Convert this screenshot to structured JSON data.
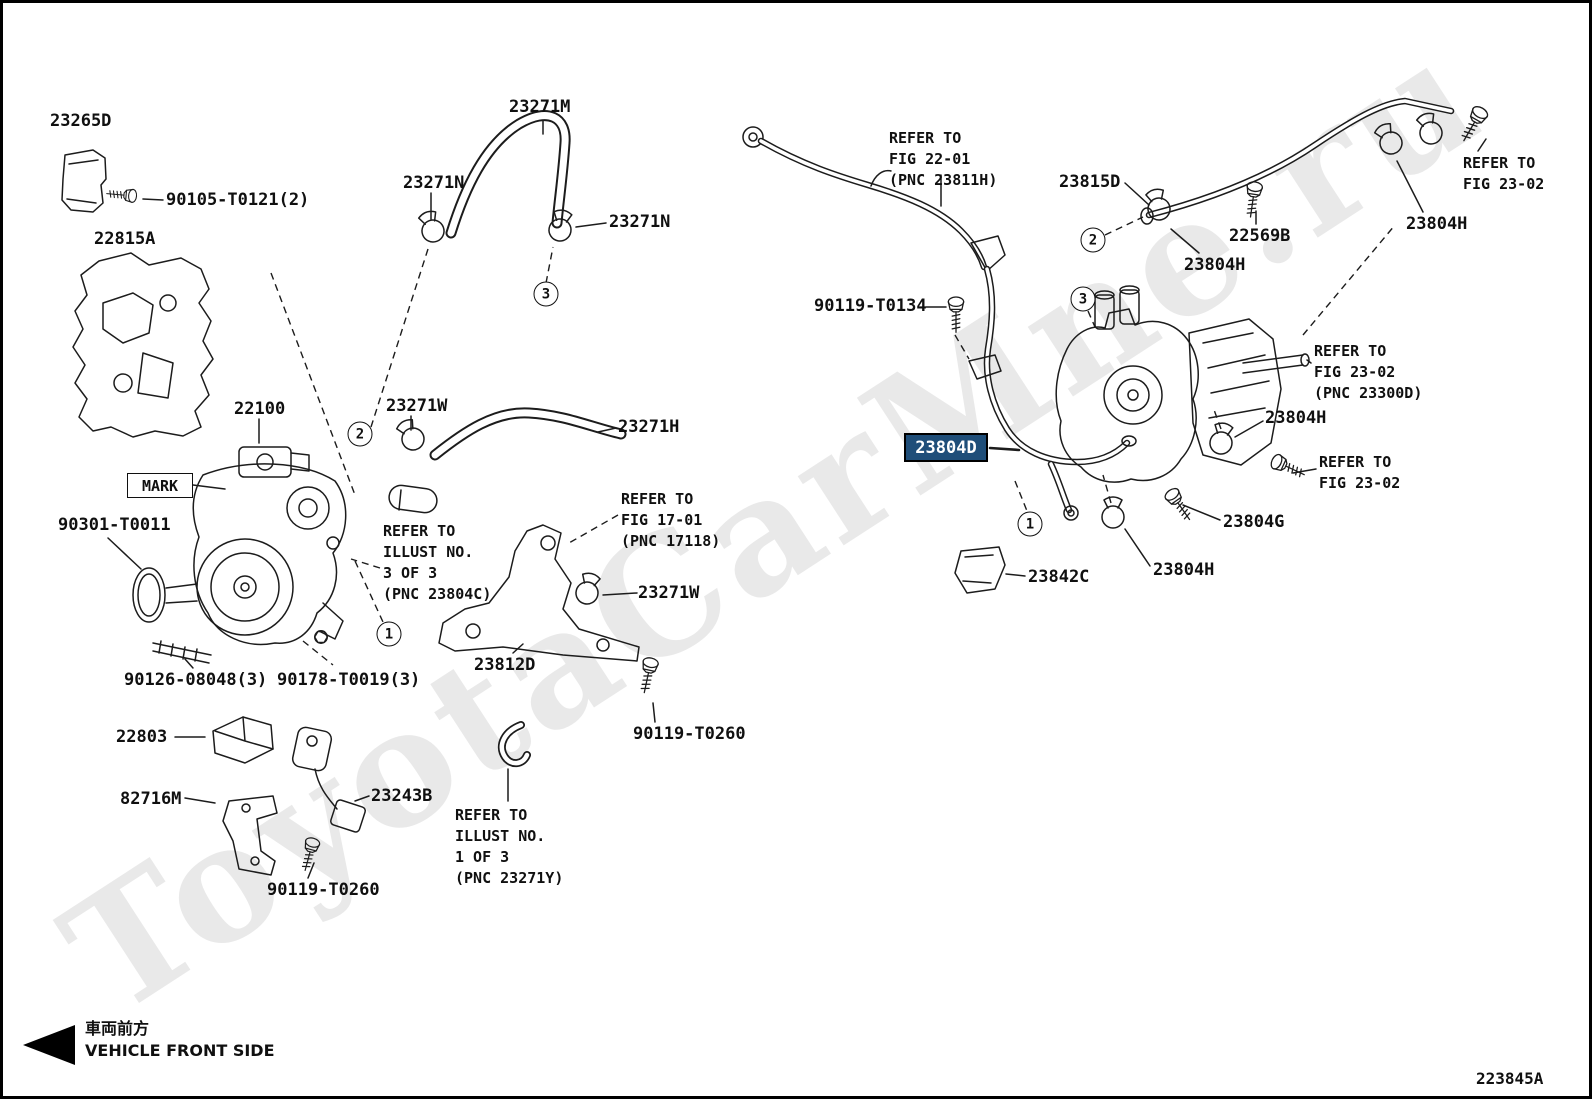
{
  "diagram": {
    "code": "223845A",
    "watermark": "ToyotaCarMne.ru",
    "highlight_color": "#1f4e79",
    "front_label_jp": "車両前方",
    "front_label_en": "VEHICLE FRONT SIDE"
  },
  "parts": {
    "p23265D": "23265D",
    "p90105": "90105-T0121(2)",
    "p22815A": "22815A",
    "p23271M": "23271M",
    "p23271N_a": "23271N",
    "p23271N_b": "23271N",
    "p22100": "22100",
    "p23271W_a": "23271W",
    "p23271H": "23271H",
    "mark_label": "MARK",
    "p90301": "90301-T0011",
    "refer_illust3": "REFER TO\nILLUST NO.\n3 OF 3\n(PNC 23804C)",
    "refer_fig1701": "REFER TO\nFIG 17-01\n(PNC 17118)",
    "p23271W_b": "23271W",
    "p23812D": "23812D",
    "p90126": "90126-08048(3)",
    "p90178": "90178-T0019(3)",
    "p22803": "22803",
    "p82716M": "82716M",
    "p23243B": "23243B",
    "p90119_a": "90119-T0260",
    "refer_illust1": "REFER TO\nILLUST NO.\n1 OF 3\n(PNC 23271Y)",
    "p90119_b": "90119-T0260",
    "refer_fig2201": "REFER TO\nFIG 22-01\n(PNC 23811H)",
    "p23815D": "23815D",
    "p22569B": "22569B",
    "p23804H_a": "23804H",
    "p23804H_b": "23804H",
    "refer_fig2302_a": "REFER TO\nFIG 23-02",
    "p90119T0134": "90119-T0134",
    "refer_fig2302_pnc": "REFER TO\nFIG 23-02\n(PNC 23300D)",
    "p23804H_c": "23804H",
    "refer_fig2302_b": "REFER TO\nFIG 23-02",
    "p23804D": "23804D",
    "p23804G": "23804G",
    "p23804H_d": "23804H",
    "p23842C": "23842C"
  },
  "callouts": {
    "c1": "1",
    "c2": "2",
    "c3": "3"
  }
}
